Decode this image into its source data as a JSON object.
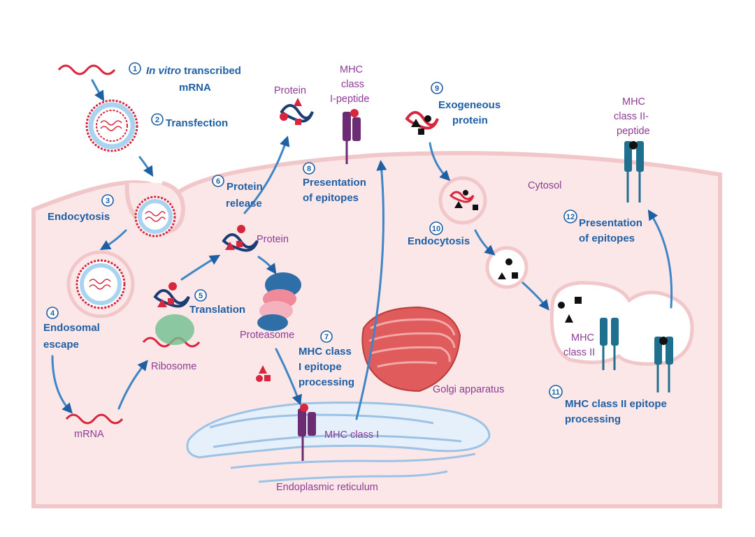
{
  "steps": [
    {
      "num": "1",
      "lines": [
        "In vitro transcribed",
        "mRNA"
      ],
      "italic_prefix": "In vitro",
      "suffix": " transcribed"
    },
    {
      "num": "2",
      "lines": [
        "Transfection"
      ]
    },
    {
      "num": "3",
      "lines": [
        "Endocytosis"
      ]
    },
    {
      "num": "4",
      "lines": [
        "Endosomal",
        "escape"
      ]
    },
    {
      "num": "5",
      "lines": [
        "Translation"
      ]
    },
    {
      "num": "6",
      "lines": [
        "Protein",
        "release"
      ]
    },
    {
      "num": "7",
      "lines": [
        "MHC class",
        "I epitope",
        "processing"
      ]
    },
    {
      "num": "8",
      "lines": [
        "Presentation",
        "of epitopes"
      ]
    },
    {
      "num": "9",
      "lines": [
        "Exogeneous",
        "protein"
      ]
    },
    {
      "num": "10",
      "lines": [
        "Endocytosis"
      ]
    },
    {
      "num": "11",
      "lines": [
        "MHC class II epitope",
        "processing"
      ]
    },
    {
      "num": "12",
      "lines": [
        "Presentation",
        "of epitopes"
      ]
    }
  ],
  "labels": {
    "protein_top": "Protein",
    "mhc1_peptide": [
      "MHC",
      "class",
      "I-peptide"
    ],
    "mhc2_peptide": [
      "MHC",
      "class II-",
      "peptide"
    ],
    "cytosol": "Cytosol",
    "protein_mid": "Protein",
    "proteasome": "Proteasome",
    "ribosome": "Ribosome",
    "mrna": "mRNA",
    "golgi": "Golgi apparatus",
    "mhc_class_i": "MHC class I",
    "er": "Endoplasmic reticulum",
    "mhc_class_ii": [
      "MHC",
      "class II"
    ]
  },
  "colors": {
    "cell_fill": "#fbe7e8",
    "membrane": "#f2c7c9",
    "step_blue": "#1f5fa3",
    "organelle_purple": "#8e3c95",
    "rna_red": "#d7263d",
    "mhc1": "#6b2c73",
    "mhc2": "#1f6f8f",
    "er_blue": "#cfe2f3"
  }
}
